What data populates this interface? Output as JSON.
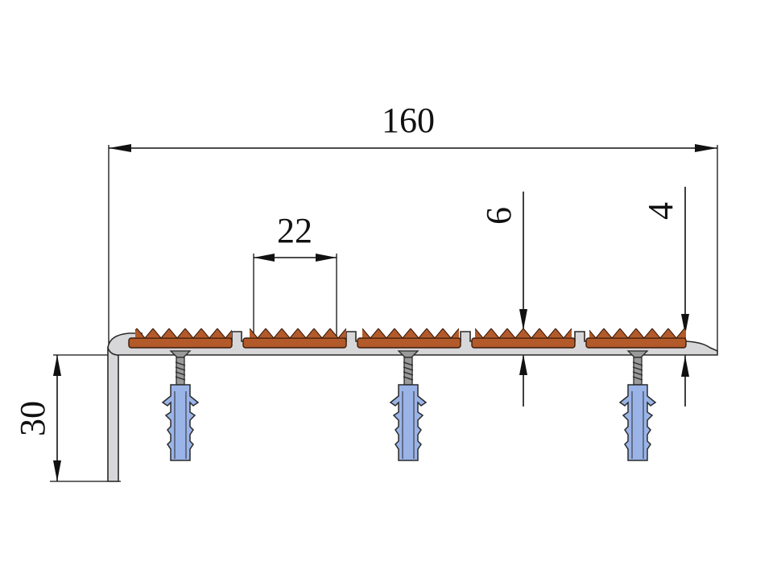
{
  "dimensions": {
    "overall_width": "160",
    "insert_pitch": "22",
    "profile_height": "30",
    "rib_height": "6",
    "nosing_height": "4"
  },
  "colors": {
    "profile_fill": "#d7d7d9",
    "insert_fill": "#b35a2a",
    "dowel_fill": "#9ab4e8",
    "line": "#111111"
  }
}
